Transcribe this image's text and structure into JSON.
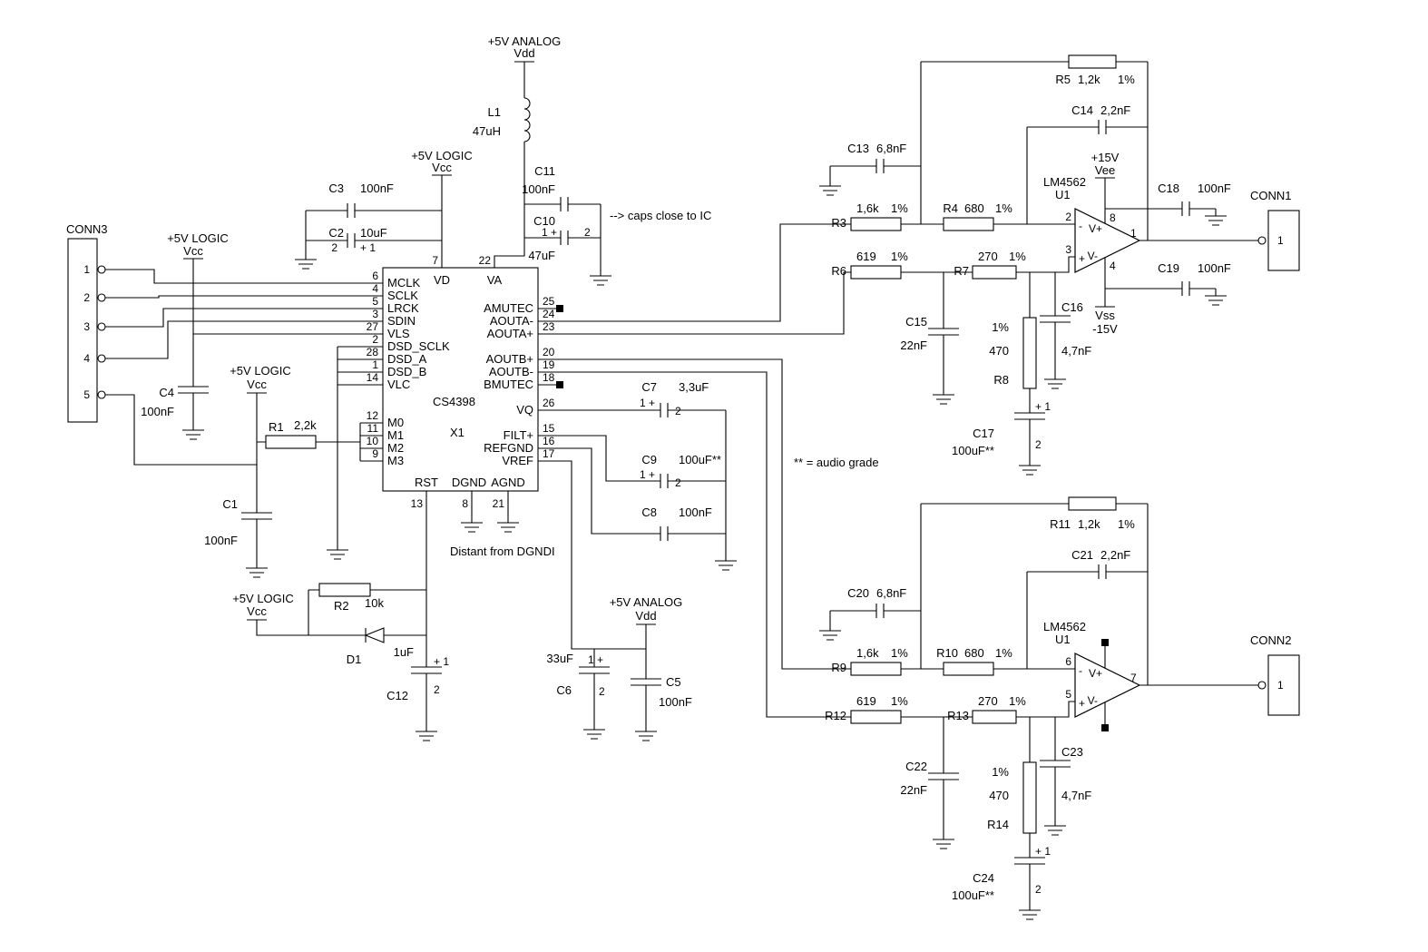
{
  "power": {
    "analog5": "+5V ANALOG",
    "vdd": "Vdd",
    "logic5": "+5V LOGIC",
    "vcc": "Vcc",
    "p15": "+15V",
    "vee": "Vee",
    "vss": "Vss",
    "m15": "-15V"
  },
  "notes": {
    "caps_close": "--> caps close to IC",
    "audio_grade": "** = audio grade",
    "distant": "Distant from DGNDI"
  },
  "connectors": {
    "conn3": {
      "label": "CONN3",
      "pins": [
        "1",
        "2",
        "3",
        "4",
        "5"
      ]
    },
    "conn1": {
      "label": "CONN1",
      "pin": "1"
    },
    "conn2": {
      "label": "CONN2",
      "pin": "1"
    }
  },
  "ic": {
    "name": "CS4398",
    "ref": "X1",
    "left": [
      {
        "name": "MCLK",
        "num": "6"
      },
      {
        "name": "SCLK",
        "num": "4"
      },
      {
        "name": "LRCK",
        "num": "5"
      },
      {
        "name": "SDIN",
        "num": "3"
      },
      {
        "name": "VLS",
        "num": "27"
      },
      {
        "name": "DSD_SCLK",
        "num": "2"
      },
      {
        "name": "DSD_A",
        "num": "28"
      },
      {
        "name": "DSD_B",
        "num": "1"
      },
      {
        "name": "VLC",
        "num": "14"
      },
      {
        "name": "M0",
        "num": "12"
      },
      {
        "name": "M1",
        "num": "11"
      },
      {
        "name": "M2",
        "num": "10"
      },
      {
        "name": "M3",
        "num": "9"
      }
    ],
    "top": [
      {
        "name": "VD",
        "num": "7"
      },
      {
        "name": "VA",
        "num": "22"
      }
    ],
    "right": [
      {
        "name": "AMUTEC",
        "num": "25"
      },
      {
        "name": "AOUTA-",
        "num": "24"
      },
      {
        "name": "AOUTA+",
        "num": "23"
      },
      {
        "name": "AOUTB+",
        "num": "20"
      },
      {
        "name": "AOUTB-",
        "num": "19"
      },
      {
        "name": "BMUTEC",
        "num": "18"
      },
      {
        "name": "VQ",
        "num": "26"
      },
      {
        "name": "FILT+",
        "num": "15"
      },
      {
        "name": "REFGND",
        "num": "16"
      },
      {
        "name": "VREF",
        "num": "17"
      }
    ],
    "bottom": [
      {
        "name": "RST",
        "num": "13"
      },
      {
        "name": "DGND",
        "num": "8"
      },
      {
        "name": "AGND",
        "num": "21"
      }
    ]
  },
  "opamps": {
    "part": "LM4562",
    "ref": "U1",
    "vplus": "V+",
    "vminus": "V-",
    "minus": "-",
    "plus": "+",
    "a": {
      "inv": "2",
      "noninv": "3",
      "out": "1",
      "vp": "8",
      "vm": "4"
    },
    "b": {
      "inv": "6",
      "noninv": "5",
      "out": "7"
    }
  },
  "parts": {
    "l1": {
      "ref": "L1",
      "value": "47uH"
    },
    "r1": {
      "ref": "R1",
      "value": "2,2k"
    },
    "r2": {
      "ref": "R2",
      "value": "10k"
    },
    "r3": {
      "ref": "R3",
      "value": "1,6k",
      "tol": "1%"
    },
    "r4": {
      "ref": "R4",
      "value": "680",
      "tol": "1%"
    },
    "r5": {
      "ref": "R5",
      "value": "1,2k",
      "tol": "1%"
    },
    "r6": {
      "ref": "R6",
      "value": "619",
      "tol": "1%"
    },
    "r7": {
      "ref": "R7",
      "value": "270",
      "tol": "1%"
    },
    "r8": {
      "ref": "R8",
      "value": "470",
      "tol": "1%"
    },
    "r9": {
      "ref": "R9",
      "value": "1,6k",
      "tol": "1%"
    },
    "r10": {
      "ref": "R10",
      "value": "680",
      "tol": "1%"
    },
    "r11": {
      "ref": "R11",
      "value": "1,2k",
      "tol": "1%"
    },
    "r12": {
      "ref": "R12",
      "value": "619",
      "tol": "1%"
    },
    "r13": {
      "ref": "R13",
      "value": "270",
      "tol": "1%"
    },
    "r14": {
      "ref": "R14",
      "value": "470",
      "tol": "1%"
    },
    "d1": {
      "ref": "D1"
    },
    "c1": {
      "ref": "C1",
      "value": "100nF"
    },
    "c2": {
      "ref": "C2",
      "value": "10uF",
      "m1": "2",
      "m2": "+ 1"
    },
    "c3": {
      "ref": "C3",
      "value": "100nF"
    },
    "c4": {
      "ref": "C4",
      "value": "100nF"
    },
    "c5": {
      "ref": "C5",
      "value": "100nF"
    },
    "c6": {
      "ref": "C6",
      "value": "33uF",
      "m1": "1 +",
      "m2": "2"
    },
    "c7": {
      "ref": "C7",
      "value": "3,3uF",
      "m1": "1 +",
      "m2": "2"
    },
    "c8": {
      "ref": "C8",
      "value": "100nF"
    },
    "c9": {
      "ref": "C9",
      "value": "100uF**",
      "m1": "1 +",
      "m2": "2"
    },
    "c10": {
      "ref": "C10",
      "value": "47uF",
      "m1": "1 +",
      "m2": "2"
    },
    "c11": {
      "ref": "C11",
      "value": "100nF"
    },
    "c12": {
      "ref": "C12",
      "value": "1uF",
      "m1": "+ 1",
      "m2": "2"
    },
    "c13": {
      "ref": "C13",
      "value": "6,8nF"
    },
    "c14": {
      "ref": "C14",
      "value": "2,2nF"
    },
    "c15": {
      "ref": "C15",
      "value": "22nF"
    },
    "c16": {
      "ref": "C16",
      "value": "4,7nF"
    },
    "c17": {
      "ref": "C17",
      "value": "100uF**",
      "m1": "+ 1",
      "m2": "2"
    },
    "c18": {
      "ref": "C18",
      "value": "100nF"
    },
    "c19": {
      "ref": "C19",
      "value": "100nF"
    },
    "c20": {
      "ref": "C20",
      "value": "6,8nF"
    },
    "c21": {
      "ref": "C21",
      "value": "2,2nF"
    },
    "c22": {
      "ref": "C22",
      "value": "22nF"
    },
    "c23": {
      "ref": "C23",
      "value": "4,7nF"
    },
    "c24": {
      "ref": "C24",
      "value": "100uF**",
      "m1": "+ 1",
      "m2": "2"
    }
  }
}
